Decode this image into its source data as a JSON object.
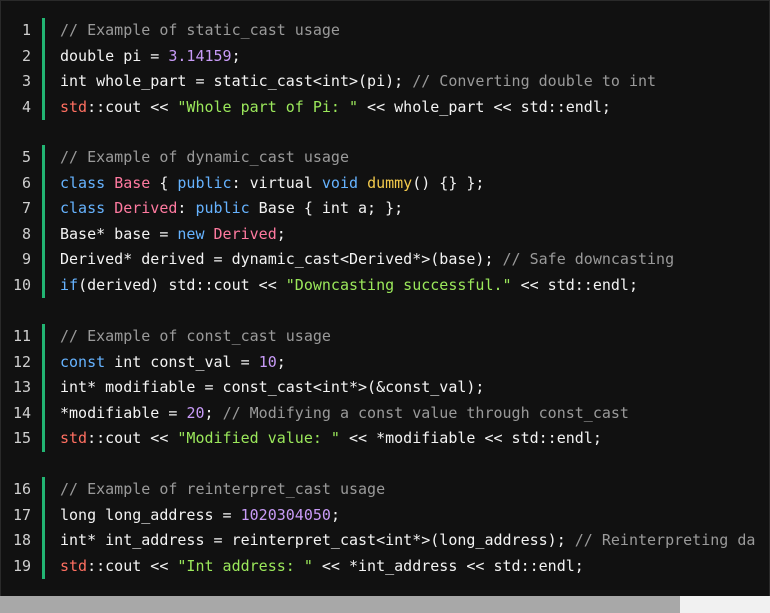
{
  "colors": {
    "background": "#111111",
    "gutter_accent": "#22b573",
    "comment": "#9a9a9a",
    "keyword": "#66b3ff",
    "class_name": "#ff7aa0",
    "function": "#f2c94c",
    "number": "#c89bf7",
    "string": "#9be85b",
    "namespace": "#ff6f61"
  },
  "scrollbar": {
    "horizontal_position": 0
  },
  "blocks": [
    {
      "lines": [
        {
          "num": "1",
          "tokens": [
            [
              "cm",
              "// Example of static_cast usage"
            ]
          ]
        },
        {
          "num": "2",
          "tokens": [
            [
              "pl",
              "double pi = "
            ],
            [
              "num",
              "3.14159"
            ],
            [
              "pl",
              ";"
            ]
          ]
        },
        {
          "num": "3",
          "tokens": [
            [
              "pl",
              "int whole_part = static_cast<int>(pi); "
            ],
            [
              "cm",
              "// Converting double to int"
            ]
          ]
        },
        {
          "num": "4",
          "tokens": [
            [
              "ns",
              "std"
            ],
            [
              "pl",
              "::cout << "
            ],
            [
              "str",
              "\"Whole part of Pi: \""
            ],
            [
              "pl",
              " << whole_part << std::endl;"
            ]
          ]
        }
      ]
    },
    {
      "lines": [
        {
          "num": "5",
          "tokens": [
            [
              "cm",
              "// Example of dynamic_cast usage"
            ]
          ]
        },
        {
          "num": "6",
          "tokens": [
            [
              "kw",
              "class"
            ],
            [
              "pl",
              " "
            ],
            [
              "cls",
              "Base"
            ],
            [
              "pl",
              " { "
            ],
            [
              "kw",
              "public"
            ],
            [
              "pl",
              ": virtual "
            ],
            [
              "kw",
              "void"
            ],
            [
              "pl",
              " "
            ],
            [
              "fn",
              "dummy"
            ],
            [
              "pl",
              "() {} };"
            ]
          ]
        },
        {
          "num": "7",
          "tokens": [
            [
              "kw",
              "class"
            ],
            [
              "pl",
              " "
            ],
            [
              "cls",
              "Derived"
            ],
            [
              "pl",
              ": "
            ],
            [
              "kw",
              "public"
            ],
            [
              "pl",
              " Base { int a; };"
            ]
          ]
        },
        {
          "num": "8",
          "tokens": [
            [
              "pl",
              "Base* base = "
            ],
            [
              "kw",
              "new"
            ],
            [
              "pl",
              " "
            ],
            [
              "cls",
              "Derived"
            ],
            [
              "pl",
              ";"
            ]
          ]
        },
        {
          "num": "9",
          "tokens": [
            [
              "pl",
              "Derived* derived = dynamic_cast<Derived*>(base); "
            ],
            [
              "cm",
              "// Safe downcasting"
            ]
          ]
        },
        {
          "num": "10",
          "tokens": [
            [
              "kw",
              "if"
            ],
            [
              "pl",
              "(derived) std::cout << "
            ],
            [
              "str",
              "\"Downcasting successful.\""
            ],
            [
              "pl",
              " << std::endl;"
            ]
          ]
        }
      ]
    },
    {
      "lines": [
        {
          "num": "11",
          "tokens": [
            [
              "cm",
              "// Example of const_cast usage"
            ]
          ]
        },
        {
          "num": "12",
          "tokens": [
            [
              "kw",
              "const"
            ],
            [
              "pl",
              " int const_val = "
            ],
            [
              "num",
              "10"
            ],
            [
              "pl",
              ";"
            ]
          ]
        },
        {
          "num": "13",
          "tokens": [
            [
              "pl",
              "int* modifiable = const_cast<int*>(&const_val);"
            ]
          ]
        },
        {
          "num": "14",
          "tokens": [
            [
              "pl",
              "*modifiable = "
            ],
            [
              "num",
              "20"
            ],
            [
              "pl",
              "; "
            ],
            [
              "cm",
              "// Modifying a const value through const_cast"
            ]
          ]
        },
        {
          "num": "15",
          "tokens": [
            [
              "ns",
              "std"
            ],
            [
              "pl",
              "::cout << "
            ],
            [
              "str",
              "\"Modified value: \""
            ],
            [
              "pl",
              " << *modifiable << std::endl;"
            ]
          ]
        }
      ]
    },
    {
      "lines": [
        {
          "num": "16",
          "tokens": [
            [
              "cm",
              "// Example of reinterpret_cast usage"
            ]
          ]
        },
        {
          "num": "17",
          "tokens": [
            [
              "pl",
              "long long_address = "
            ],
            [
              "num",
              "1020304050"
            ],
            [
              "pl",
              ";"
            ]
          ]
        },
        {
          "num": "18",
          "tokens": [
            [
              "pl",
              "int* int_address = reinterpret_cast<int*>(long_address); "
            ],
            [
              "cm",
              "// Reinterpreting da"
            ]
          ]
        },
        {
          "num": "19",
          "tokens": [
            [
              "ns",
              "std"
            ],
            [
              "pl",
              "::cout << "
            ],
            [
              "str",
              "\"Int address: \""
            ],
            [
              "pl",
              " << *int_address << std::endl;"
            ]
          ]
        }
      ]
    }
  ]
}
